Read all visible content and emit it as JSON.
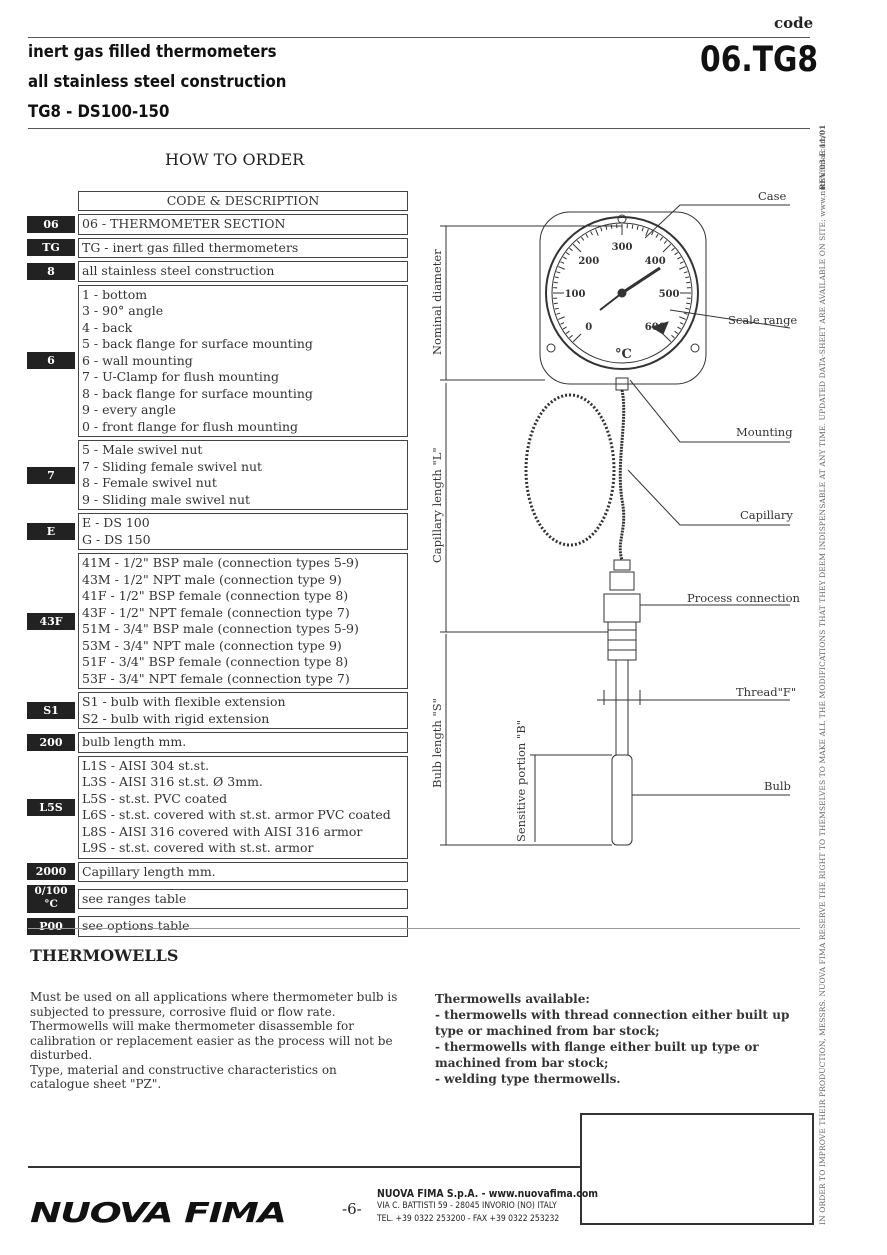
{
  "header": {
    "code_label": "code",
    "code": "06.TG8",
    "title_lines": [
      "inert gas filled thermometers",
      "all stainless steel construction",
      "TG8 - DS100-150"
    ]
  },
  "how_to_order": {
    "title": "HOW TO ORDER",
    "column_header": "CODE & DESCRIPTION",
    "rows": [
      {
        "code": "06",
        "lines": [
          "06 - THERMOMETER SECTION"
        ]
      },
      {
        "code": "TG",
        "lines": [
          "TG - inert gas filled thermometers"
        ]
      },
      {
        "code": "8",
        "lines": [
          "all stainless steel construction"
        ]
      },
      {
        "code": "6",
        "lines": [
          "1 - bottom",
          "3 - 90° angle",
          "4 - back",
          "5 - back flange for surface mounting",
          "6 - wall mounting",
          "7 - U-Clamp for flush mounting",
          "8 - back flange for surface mounting",
          "9 - every angle",
          "0 - front flange for flush mounting"
        ]
      },
      {
        "code": "7",
        "lines": [
          "5 - Male swivel nut",
          "7 - Sliding female swivel nut",
          "8 - Female swivel nut",
          "9 - Sliding male swivel nut"
        ]
      },
      {
        "code": "E",
        "lines": [
          "E - DS 100",
          "G - DS 150"
        ]
      },
      {
        "code": "43F",
        "lines": [
          "41M - 1/2\" BSP male (connection types 5-9)",
          "43M - 1/2\" NPT male (connection type 9)",
          "41F - 1/2\" BSP female (connection type 8)",
          "43F - 1/2\" NPT female (connection type 7)",
          "51M - 3/4\" BSP male (connection types 5-9)",
          "53M - 3/4\" NPT male (connection type 9)",
          "51F - 3/4\" BSP female (connection type 8)",
          "53F - 3/4\" NPT female (connection type 7)"
        ]
      },
      {
        "code": "S1",
        "lines": [
          "S1 - bulb with flexible extension",
          "S2 - bulb with rigid extension"
        ]
      },
      {
        "code": "200",
        "lines": [
          "bulb length mm."
        ]
      },
      {
        "code": "L5S",
        "lines": [
          "L1S - AISI 304 st.st.",
          "L3S - AISI 316 st.st. Ø 3mm.",
          "L5S - st.st. PVC coated",
          "L6S - st.st. covered with st.st. armor PVC coated",
          "L8S - AISI 316 covered with AISI 316 armor",
          "L9S - st.st. covered with st.st. armor"
        ]
      },
      {
        "code": "2000",
        "lines": [
          "Capillary length mm."
        ]
      },
      {
        "code": "0/100 °C",
        "lines": [
          "see ranges table"
        ]
      },
      {
        "code": "P00",
        "lines": [
          "see options table"
        ]
      }
    ]
  },
  "diagram": {
    "labels": {
      "case": "Case",
      "scale_range": "Scale range",
      "mounting": "Mounting",
      "capillary": "Capillary",
      "process_connection": "Process connection",
      "thread": "Thread\"F\"",
      "bulb": "Bulb",
      "nominal_diameter": "Nominal diameter",
      "capillary_length": "Capillary length \"L\"",
      "bulb_length": "Bulb length \"S\"",
      "sensitive_portion": "Sensitive portion \"B\""
    },
    "dial": {
      "scale": [
        "0",
        "100",
        "200",
        "300",
        "400",
        "500",
        "600"
      ],
      "unit": "°C"
    }
  },
  "thermowells": {
    "title": "THERMOWELLS",
    "left": [
      "Must be used on all applications where thermometer bulb is subjected to pressure, corrosive fluid or flow rate.",
      "Thermowells will make thermometer disassemble for calibration or replacement easier as the process will not be disturbed.",
      "Type, material and constructive characteristics on catalogue sheet \"PZ\"."
    ],
    "right": [
      "Thermowells available:",
      "- thermowells with thread connection either built up type or machined from bar stock;",
      "- thermowells with flange  either built up type or machined from bar stock;",
      "- welding type thermowells."
    ]
  },
  "side_note": "IN ORDER TO IMPROVE THEIR PRODUCTION, MESSRS. NUOVA FIMA RESERVE THE RIGHT TO THEMSELVES TO MAKE ALL THE MODIFICATIONS THAT THEY DEEM INDISPENSABLE AT ANY TIME. UPDATED DATA-SHEET ARE AVAILABLE ON SITE: www.nuovafima.com",
  "revision": "REV 03 E 11/01",
  "footer": {
    "logo": "NUOVA FIMA",
    "page": "-6-",
    "company": "NUOVA FIMA S.p.A. - www.nuovafima.com",
    "address": "VIA C. BATTISTI 59 - 28045 INVORIO (NO) ITALY",
    "phone": "TEL. +39 0322 253200 - FAX +39 0322 253232"
  }
}
